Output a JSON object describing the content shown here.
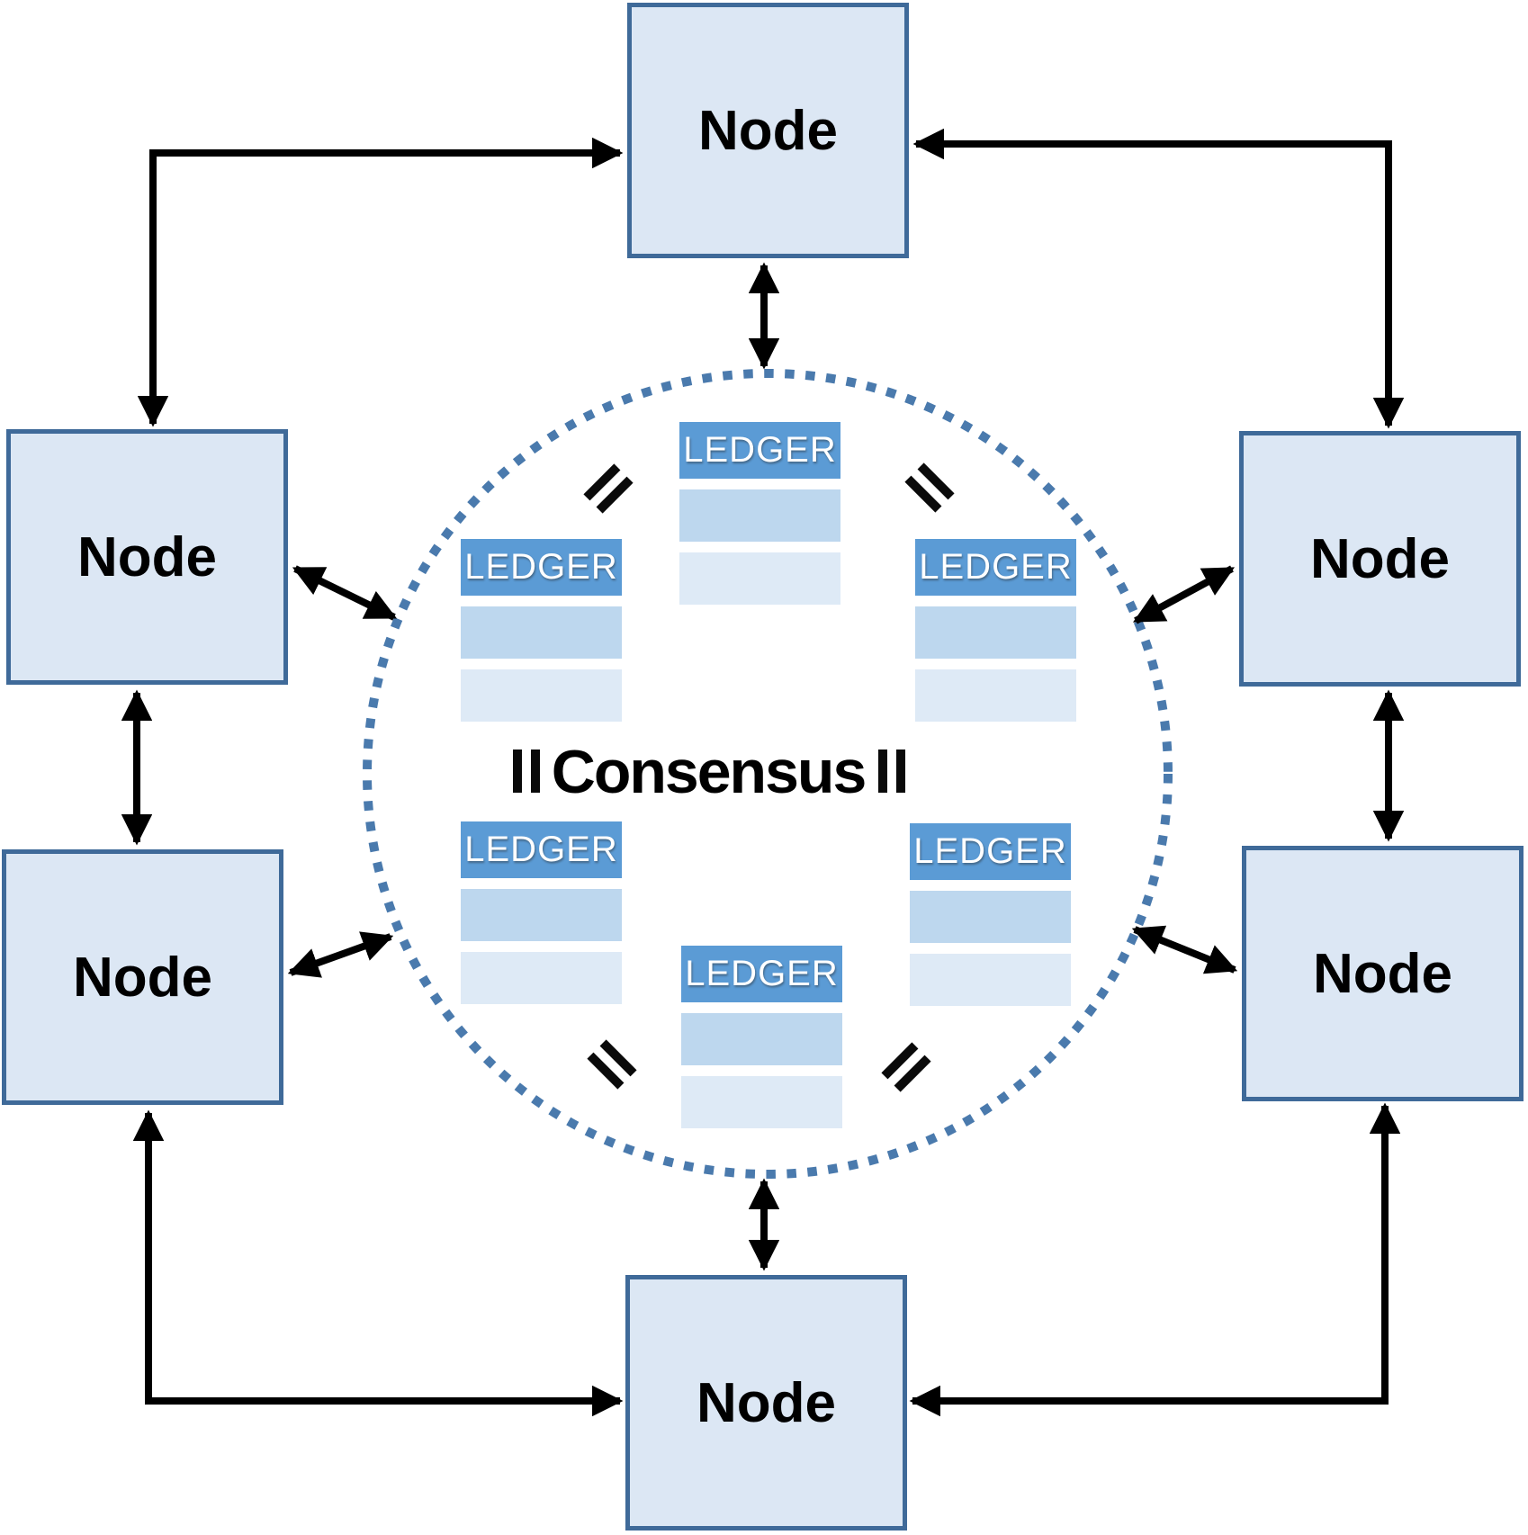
{
  "consensus": {
    "label": "Consensus"
  },
  "nodes": [
    {
      "id": "top",
      "label": "Node"
    },
    {
      "id": "left-upper",
      "label": "Node"
    },
    {
      "id": "right-upper",
      "label": "Node"
    },
    {
      "id": "left-lower",
      "label": "Node"
    },
    {
      "id": "right-lower",
      "label": "Node"
    },
    {
      "id": "bottom",
      "label": "Node"
    }
  ],
  "ledgers": [
    {
      "id": "top",
      "title": "LEDGER"
    },
    {
      "id": "left",
      "title": "LEDGER"
    },
    {
      "id": "right",
      "title": "LEDGER"
    },
    {
      "id": "bottom-left",
      "title": "LEDGER"
    },
    {
      "id": "bottom-right",
      "title": "LEDGER"
    },
    {
      "id": "bottom",
      "title": "LEDGER"
    }
  ],
  "colors": {
    "accent": "#5b9bd5",
    "row_mid": "#bdd7ee",
    "row_light": "#deeaf6",
    "node_fill": "#dce7f4",
    "node_border": "#3f6a99",
    "circle_dot": "#4a7aad",
    "arrow": "#000000",
    "text": "#000000"
  }
}
